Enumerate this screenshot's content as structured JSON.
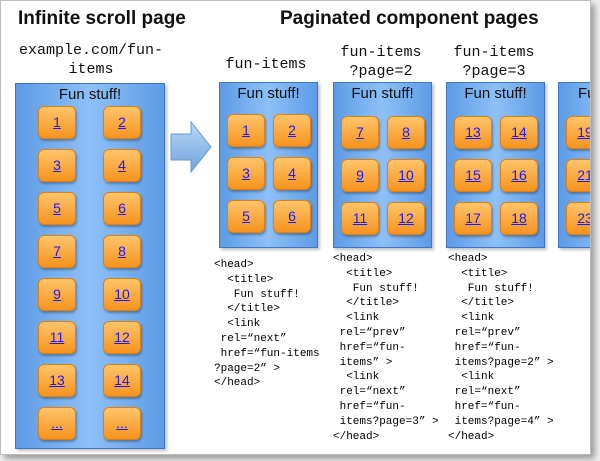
{
  "headings": {
    "infinite": "Infinite scroll page",
    "paginated": "Paginated component pages"
  },
  "urls": {
    "infinite": "example.com/fun-\nitems",
    "page1": "fun-items",
    "page2": "fun-items\n?page=2",
    "page3": "fun-items\n?page=3"
  },
  "panel_title": "Fun stuff!",
  "infinite_tiles": [
    "1",
    "2",
    "3",
    "4",
    "5",
    "6",
    "7",
    "8",
    "9",
    "10",
    "11",
    "12",
    "13",
    "14",
    "...",
    "..."
  ],
  "page1_tiles": [
    "1",
    "2",
    "3",
    "4",
    "5",
    "6"
  ],
  "page2_tiles": [
    "7",
    "8",
    "9",
    "10",
    "11",
    "12"
  ],
  "page3_tiles": [
    "13",
    "14",
    "15",
    "16",
    "17",
    "18"
  ],
  "page4_tiles": [
    "19",
    "21",
    "23"
  ],
  "page4_title_partial": "Fu",
  "code": {
    "page1": "<head>\n  <title>\n   Fun stuff!\n  </title>\n  <link\n rel=“next”\n href=“fun-items\n?page=2” >\n</head>",
    "page2": "<head>\n  <title>\n   Fun stuff!\n  </title>\n  <link\n rel=“prev”\n href=“fun-\n items” >\n  <link\n rel=“next”\n href=“fun-\n items?page=3” >\n</head>",
    "page3": "<head>\n  <title>\n   Fun stuff!\n  </title>\n  <link\n rel=“prev”\n href=“fun-\n items?page=2” >\n  <link\n rel=“next”\n href=“fun-\n items?page=4” >\n</head>"
  },
  "colors": {
    "panel": "#7fb2f0",
    "tile": "#f9a53a",
    "link": "#1a1aff",
    "arrow": "#8dbde8"
  }
}
